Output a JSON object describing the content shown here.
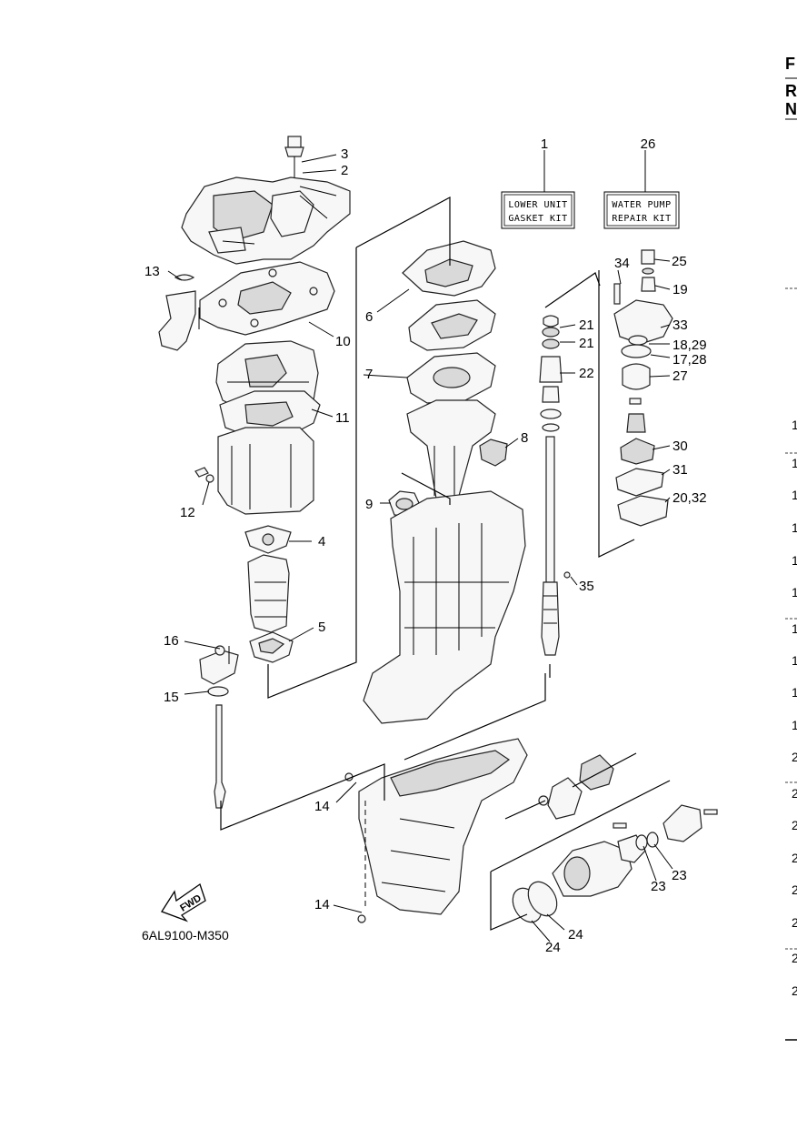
{
  "diagram_code": "6AL9100-M350",
  "fwd_label": "FWD",
  "kits": {
    "lower_unit": {
      "number": "1",
      "line1": "LOWER UNIT",
      "line2": "GASKET KIT"
    },
    "water_pump": {
      "number": "26",
      "line1": "WATER PUMP",
      "line2": "REPAIR KIT"
    }
  },
  "callouts": {
    "c2": "2",
    "c3": "3",
    "c4": "4",
    "c5": "5",
    "c6": "6",
    "c7": "7",
    "c8": "8",
    "c9": "9",
    "c10": "10",
    "c11": "11",
    "c12": "12",
    "c13": "13",
    "c14a": "14",
    "c14b": "14",
    "c15": "15",
    "c16": "16",
    "c17_28": "17,28",
    "c18_29": "18,29",
    "c19": "19",
    "c20_32": "20,32",
    "c21a": "21",
    "c21b": "21",
    "c22": "22",
    "c23a": "23",
    "c23b": "23",
    "c24a": "24",
    "c24b": "24",
    "c25": "25",
    "c27": "27",
    "c30": "30",
    "c31": "31",
    "c33": "33",
    "c34": "34",
    "c35": "35"
  },
  "right_edge": {
    "letters": [
      "F",
      "R",
      "N"
    ],
    "numbers": [
      "1",
      "1",
      "1",
      "1",
      "1",
      "1",
      "1",
      "1",
      "1",
      "1",
      "2",
      "2",
      "2",
      "2",
      "2",
      "2",
      "2",
      "2"
    ]
  }
}
